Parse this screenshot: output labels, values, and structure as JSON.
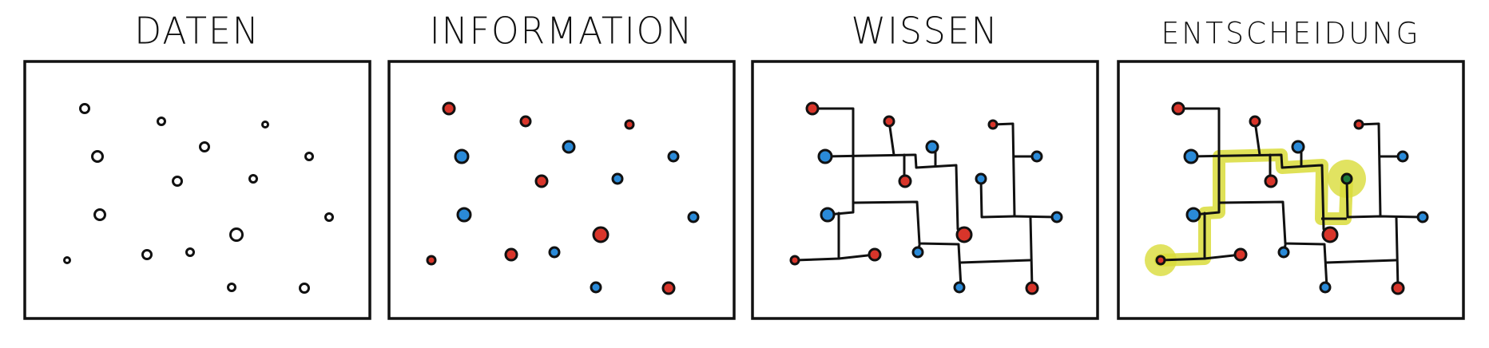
{
  "panels": [
    {
      "title": "DATEN",
      "mode": "plain"
    },
    {
      "title": "INFORMATION",
      "mode": "colored"
    },
    {
      "title": "WISSEN",
      "mode": "network"
    },
    {
      "title": "ENTSCHEIDUNG",
      "mode": "decision"
    }
  ],
  "node_kinds": [
    "red",
    "red",
    "blue",
    "red",
    "blue",
    "red",
    "blue",
    "blue",
    "blue",
    "red",
    "blue",
    "red",
    "red",
    "blue",
    "blue",
    "red"
  ],
  "colors": {
    "red": "#d8352a",
    "blue": "#2a8ad8",
    "green": "#1e7a3a",
    "highlight": "#d9dc3a",
    "ink": "#111111"
  }
}
